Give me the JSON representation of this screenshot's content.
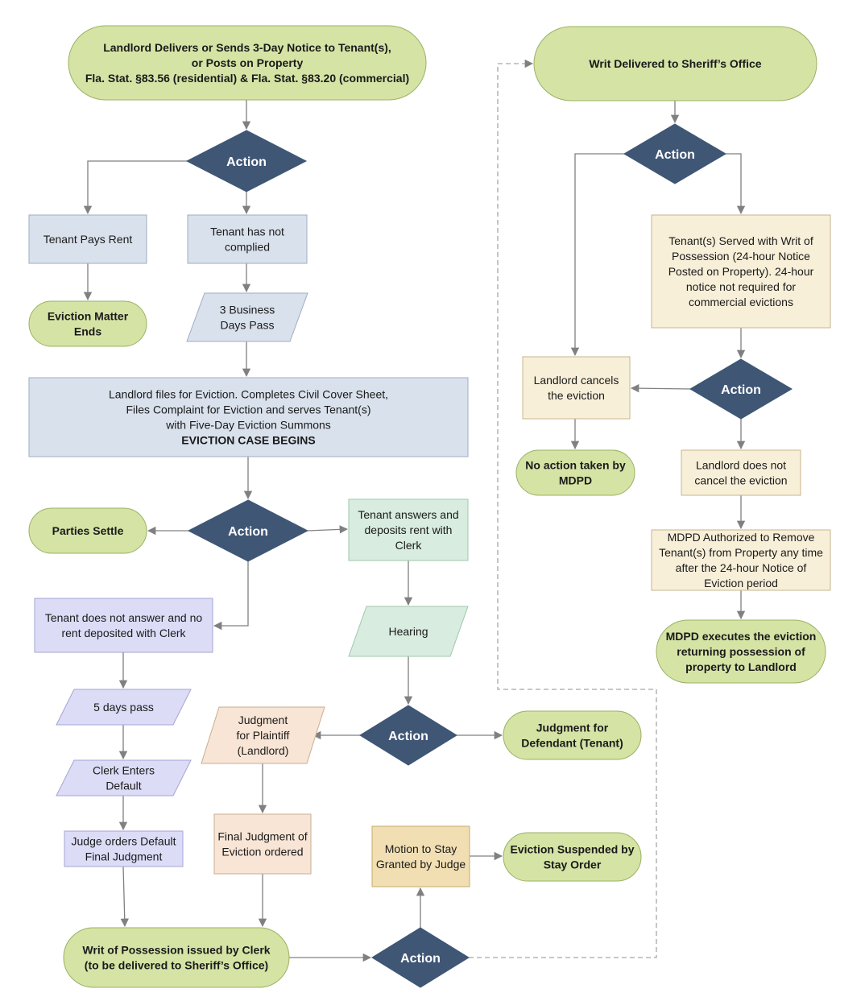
{
  "colors": {
    "terminal_fill": "#d5e3a5",
    "terminal_stroke": "#9ab264",
    "blue_box_fill": "#d9e1ec",
    "blue_box_stroke": "#9eadc2",
    "diamond_fill": "#3f5675",
    "purple_fill": "#dcdcf7",
    "purple_stroke": "#a4a4d4",
    "green_box_fill": "#d8ecdf",
    "green_box_stroke": "#9fc7ad",
    "peach_fill": "#f8e5d5",
    "peach_stroke": "#c9ad93",
    "cream_fill": "#f8efd9",
    "cream_stroke": "#c7b68d",
    "tan_fill": "#f1dfb3",
    "tan_stroke": "#c4ab6b",
    "connector": "#808080"
  },
  "nodes": {
    "notice": [
      "Landlord Delivers or Sends 3-Day Notice to Tenant(s),",
      "or Posts on Property",
      "Fla. Stat. §83.56 (residential) & Fla. Stat. §83.20 (commercial)"
    ],
    "action1": "Action",
    "pays_rent": [
      "Tenant Pays Rent"
    ],
    "not_complied": [
      "Tenant has not",
      "complied"
    ],
    "matter_ends": [
      "Eviction Matter",
      "Ends"
    ],
    "business_days": [
      "3 Business",
      "Days Pass"
    ],
    "files_eviction": [
      "Landlord files for Eviction. Completes Civil Cover Sheet,",
      "Files Complaint for Eviction and serves Tenant(s)",
      "with Five-Day Eviction Summons",
      "EVICTION CASE BEGINS"
    ],
    "action2": "Action",
    "parties_settle": [
      "Parties Settle"
    ],
    "tenant_answers": [
      "Tenant answers and",
      "deposits rent with",
      "Clerk"
    ],
    "no_answer": [
      "Tenant does not answer and no",
      "rent deposited with Clerk"
    ],
    "hearing": [
      "Hearing"
    ],
    "five_days": [
      "5 days pass"
    ],
    "judgment_plaintiff": [
      "Judgment",
      "for Plaintiff",
      "(Landlord)"
    ],
    "action3": "Action",
    "judgment_defendant": [
      "Judgment for",
      "Defendant (Tenant)"
    ],
    "clerk_default": [
      "Clerk Enters",
      "Default"
    ],
    "judge_default": [
      "Judge orders Default",
      "Final Judgment"
    ],
    "final_judgment": [
      "Final Judgment of",
      "Eviction ordered"
    ],
    "motion_stay": [
      "Motion to Stay",
      "Granted by Judge"
    ],
    "stay_order": [
      "Eviction Suspended by",
      "Stay Order"
    ],
    "writ_issued": [
      "Writ of Possession issued by Clerk",
      "(to be delivered to Sheriff’s Office)"
    ],
    "action4": "Action",
    "writ_delivered": [
      "Writ Delivered to Sheriff’s Office"
    ],
    "action5": "Action",
    "tenant_served": [
      "Tenant(s) Served with Writ of",
      "Possession (24-hour Notice",
      "Posted on Property). 24-hour",
      "notice not required for",
      "commercial evictions"
    ],
    "landlord_cancels": [
      "Landlord cancels",
      "the eviction"
    ],
    "action6": "Action",
    "no_action_mdpd": [
      "No action taken by",
      "MDPD"
    ],
    "not_cancel": [
      "Landlord does not",
      "cancel the eviction"
    ],
    "mdpd_authorized": [
      "MDPD Authorized to Remove",
      "Tenant(s) from Property any time",
      "after the 24-hour Notice of",
      "Eviction period"
    ],
    "mdpd_executes": [
      "MDPD executes the eviction",
      "returning possession of",
      "property to Landlord"
    ]
  }
}
